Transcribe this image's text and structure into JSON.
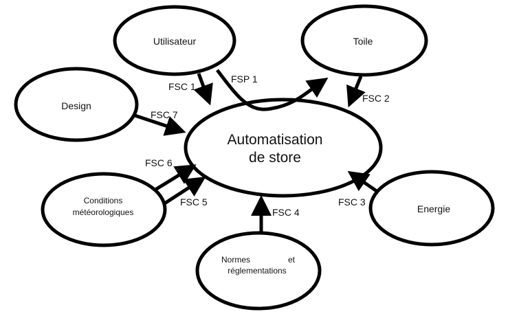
{
  "diagram": {
    "title": "Automatisation de store",
    "center": {
      "lines": [
        "Automatisation",
        "de store"
      ]
    },
    "nodes": [
      {
        "id": "utilisateur",
        "lines": [
          "Utilisateur"
        ]
      },
      {
        "id": "toile",
        "lines": [
          "Toile"
        ]
      },
      {
        "id": "design",
        "lines": [
          "Design"
        ]
      },
      {
        "id": "conditions",
        "lines": [
          "Conditions",
          "météorologiques"
        ]
      },
      {
        "id": "normes",
        "lines": [
          "Normes          et",
          "réglementations"
        ]
      },
      {
        "id": "energie",
        "lines": [
          "Energie"
        ]
      }
    ],
    "edges": [
      {
        "id": "fsc1",
        "label": "FSC 1",
        "from": "utilisateur",
        "to": "center"
      },
      {
        "id": "fsp1",
        "label": "FSP 1",
        "from": "utilisateur",
        "to": "toile",
        "via": "center"
      },
      {
        "id": "fsc2",
        "label": "FSC 2",
        "from": "toile",
        "to": "center"
      },
      {
        "id": "fsc7",
        "label": "FSC 7",
        "from": "design",
        "to": "center"
      },
      {
        "id": "fsc6",
        "label": "FSC 6",
        "from": "conditions",
        "to": "center"
      },
      {
        "id": "fsc5",
        "label": "FSC 5",
        "from": "conditions",
        "to": "center"
      },
      {
        "id": "fsc4",
        "label": "FSC 4",
        "from": "normes",
        "to": "center"
      },
      {
        "id": "fsc3",
        "label": "FSC 3",
        "from": "energie",
        "to": "center"
      }
    ],
    "colors": {
      "stroke": "#000000",
      "fill": "#ffffff",
      "text": "#111111"
    }
  }
}
